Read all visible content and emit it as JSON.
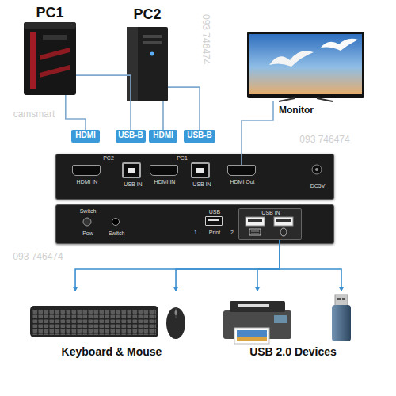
{
  "diagram": {
    "nodes": [
      {
        "text": [
          "PC1"
        ]
      },
      {
        "text": [
          "PC2"
        ]
      },
      {
        "text": [
          "Monitor"
        ]
      },
      {
        "text": [
          "HDMI"
        ]
      },
      {
        "text": [
          "USB-B"
        ]
      },
      {
        "text": [
          "HDMI"
        ]
      },
      {
        "text": [
          "USB-B"
        ]
      },
      {
        "text": [
          "PC2",
          "PC1",
          "DC5V"
        ]
      },
      {
        "text": [
          "HDMI IN"
        ],
        "in": 7
      },
      {
        "text": [
          "USB IN"
        ],
        "in": 7
      },
      {
        "text": [
          "HDMI IN"
        ],
        "in": 7
      },
      {
        "text": [
          "USB IN"
        ],
        "in": 7
      },
      {
        "text": [
          "HDMI Out"
        ],
        "in": 7
      },
      {
        "text": [
          "Switch",
          "Pow",
          "Switch"
        ]
      },
      {
        "text": [
          "USB",
          "Print"
        ],
        "in": 13
      },
      {
        "text": [
          "USB IN"
        ],
        "in": 13
      },
      {
        "text": [
          "Keyboard & Mouse"
        ]
      },
      {
        "text": [
          "USB 2.0 Devices"
        ]
      }
    ],
    "edges": [
      {
        "from": 0,
        "to": 3,
        "arrow": "none"
      },
      {
        "from": 3,
        "to": 8,
        "arrow": "none"
      },
      {
        "from": 0,
        "to": 4,
        "arrow": "none"
      },
      {
        "from": 4,
        "to": 9,
        "arrow": "none"
      },
      {
        "from": 1,
        "to": 5,
        "arrow": "none"
      },
      {
        "from": 5,
        "to": 10,
        "arrow": "none"
      },
      {
        "from": 1,
        "to": 6,
        "arrow": "none"
      },
      {
        "from": 6,
        "to": 11,
        "arrow": "none"
      },
      {
        "from": 12,
        "to": 2,
        "arrow": "none"
      },
      {
        "from": 15,
        "to": 16,
        "arrow": "to"
      },
      {
        "from": 15,
        "to": 17,
        "arrow": "to"
      }
    ],
    "labels": [
      "1",
      "2",
      "093 746474",
      "093 746474",
      "093 746474",
      "camsmart"
    ]
  }
}
